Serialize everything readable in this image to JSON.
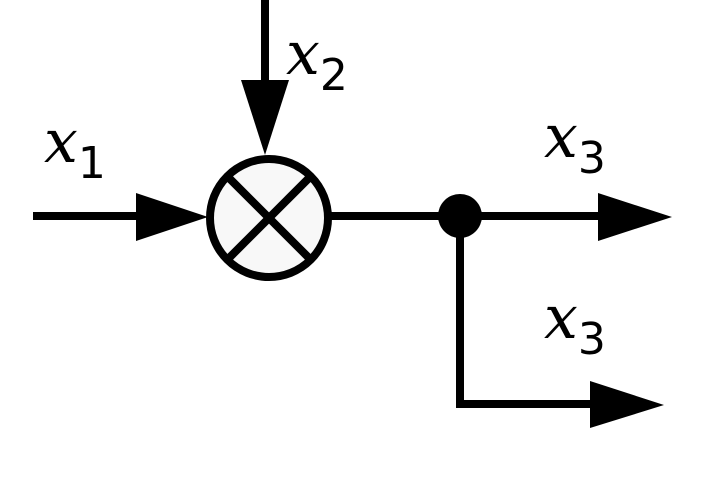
{
  "diagram": {
    "inputs": [
      {
        "symbol": "x",
        "subscript": "1"
      },
      {
        "symbol": "x",
        "subscript": "2"
      }
    ],
    "outputs": [
      {
        "symbol": "x",
        "subscript": "3"
      },
      {
        "symbol": "x",
        "subscript": "3"
      }
    ],
    "junction_symbol": "multiplication-cross",
    "colors": {
      "stroke": "#000000",
      "junction_fill": "#f8f8f8",
      "background": "#ffffff"
    }
  }
}
